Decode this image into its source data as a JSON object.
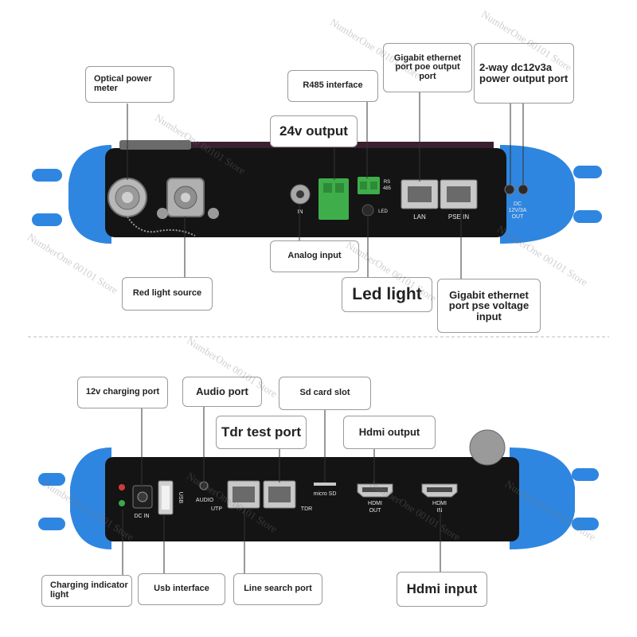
{
  "callouts": {
    "optical_power_meter": "Optical power meter",
    "r485_interface": "R485 interface",
    "gigabit_poe_output": "Gigabit ethernet port poe output port",
    "dc_power_output": "2-way dc12v3a power output port",
    "v24_output": "24v output",
    "analog_input": "Analog input",
    "red_light_source": "Red light source",
    "led_light": "Led light",
    "gigabit_pse_input": "Gigabit ethernet port pse voltage input",
    "charging_port": "12v charging port",
    "audio_port": "Audio port",
    "sd_card_slot": "Sd card slot",
    "tdr_test_port": "Tdr test port",
    "hdmi_output": "Hdmi output",
    "charging_indicator": "Charging indicator light",
    "usb_interface": "Usb interface",
    "line_search_port": "Line search port",
    "hdmi_input": "Hdmi input"
  },
  "device_labels": {
    "bnc_in": "IN",
    "rs485_a": "RS",
    "rs485_b": "485",
    "led": "LED",
    "lan": "LAN",
    "pse_in": "PSE IN",
    "dc": "DC",
    "dc_rating": "12V/3A",
    "dc_out": "OUT",
    "dc_in": "DC IN",
    "usb": "USB",
    "audio": "AUDIO",
    "utp": "UTP",
    "tdr": "TDR",
    "micro_sd": "micro SD",
    "hdmi_out_1": "HDMI",
    "hdmi_out_2": "OUT",
    "hdmi_in_1": "HDMI",
    "hdmi_in_2": "IN"
  },
  "watermark": "NumberOne 00101 Store",
  "colors": {
    "body": "#141414",
    "bumper": "#2f86e0",
    "terminal_green": "#3fae4a"
  }
}
